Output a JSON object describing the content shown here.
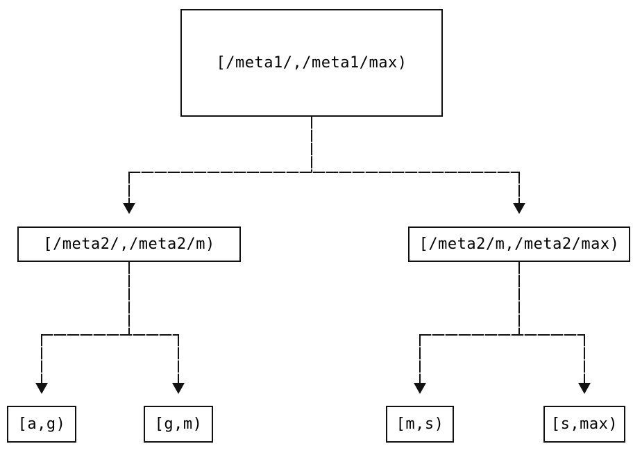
{
  "diagram": {
    "type": "tree",
    "colors": {
      "background": "#ffffff",
      "line": "#111111",
      "text": "#000000"
    },
    "root": {
      "label": "[/meta1/,/meta1/max)"
    },
    "level2": [
      {
        "label": "[/meta2/,/meta2/m)"
      },
      {
        "label": "[/meta2/m,/meta2/max)"
      }
    ],
    "level3": [
      {
        "label": "[a,g)"
      },
      {
        "label": "[g,m)"
      },
      {
        "label": "[m,s)"
      },
      {
        "label": "[s,max)"
      }
    ]
  }
}
